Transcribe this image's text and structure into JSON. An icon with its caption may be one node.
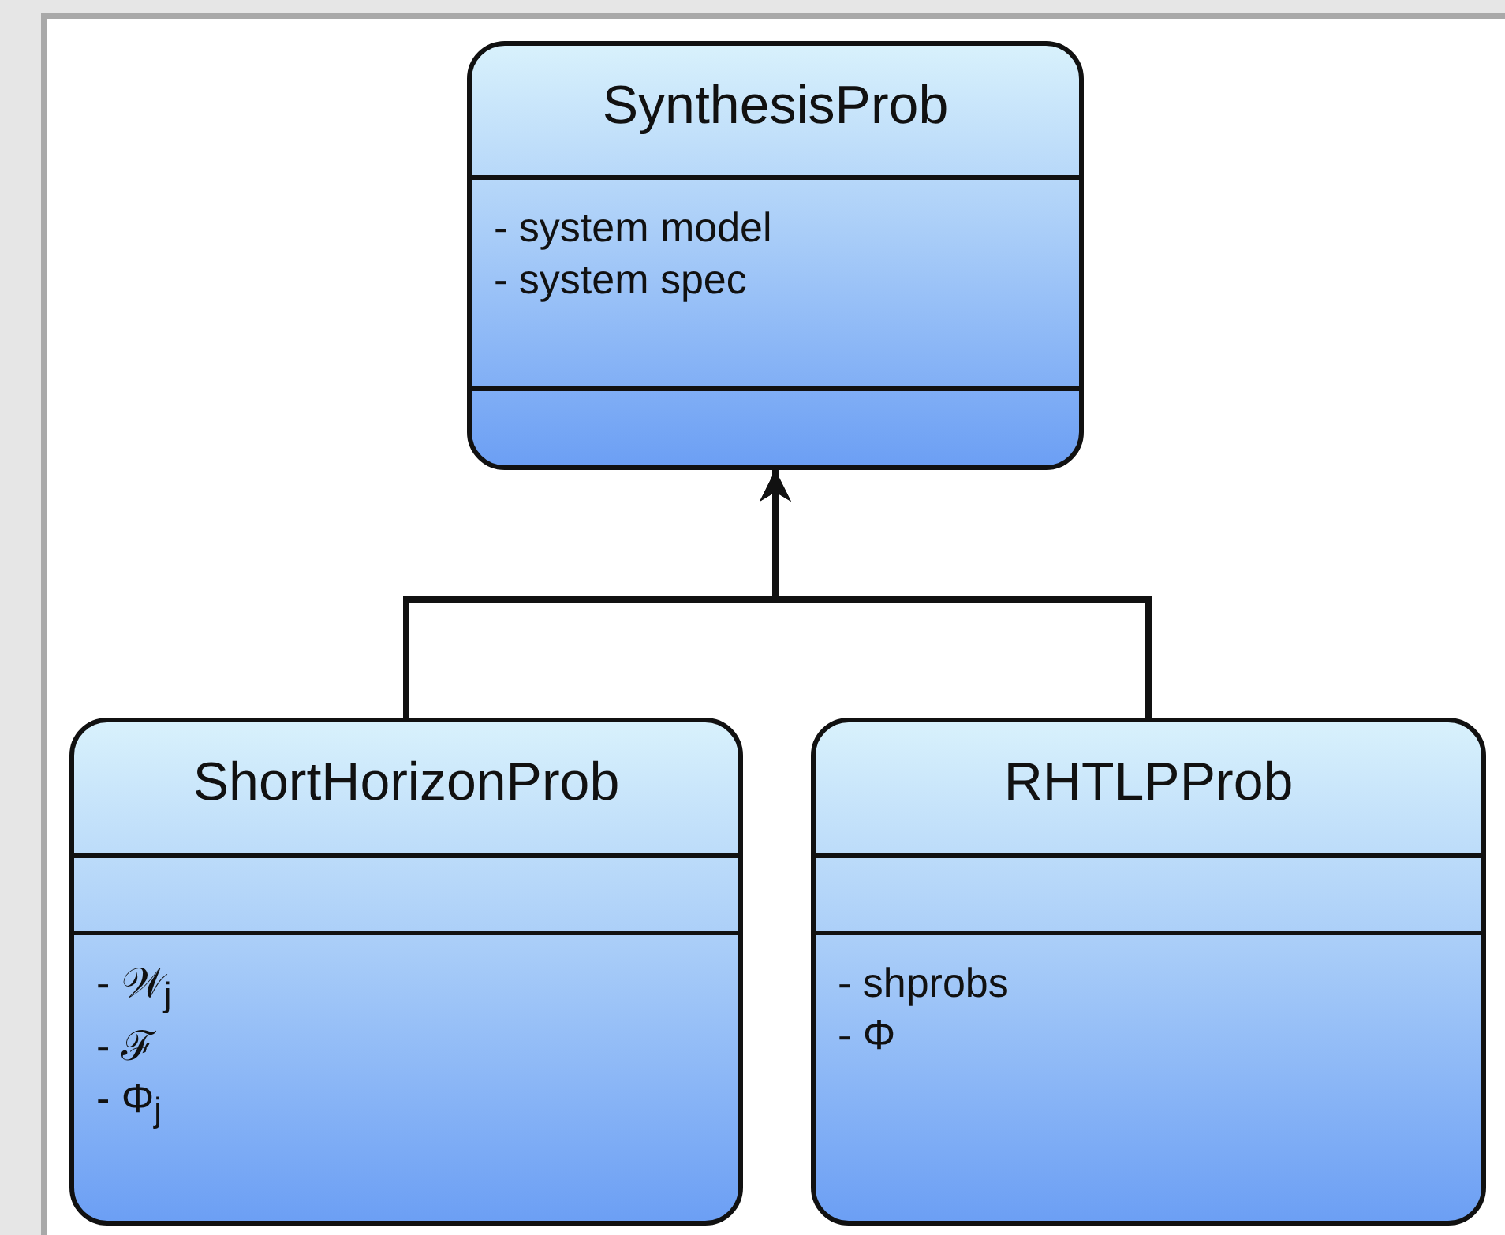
{
  "diagram": {
    "nodes": [
      {
        "text": [
          "SynthesisProb",
          "- system model",
          "- system spec"
        ]
      },
      {
        "text": [
          "ShortHorizonProb",
          "- 𝒲$_{j}$",
          "- ℱ",
          "- Φ$_{j}$"
        ]
      },
      {
        "text": [
          "RHTLPProb",
          "- shprobs",
          "- Φ"
        ]
      }
    ],
    "edges": [
      {
        "from": 1,
        "to": 0,
        "arrow": "to"
      },
      {
        "from": 2,
        "to": 0,
        "arrow": "to"
      }
    ]
  }
}
